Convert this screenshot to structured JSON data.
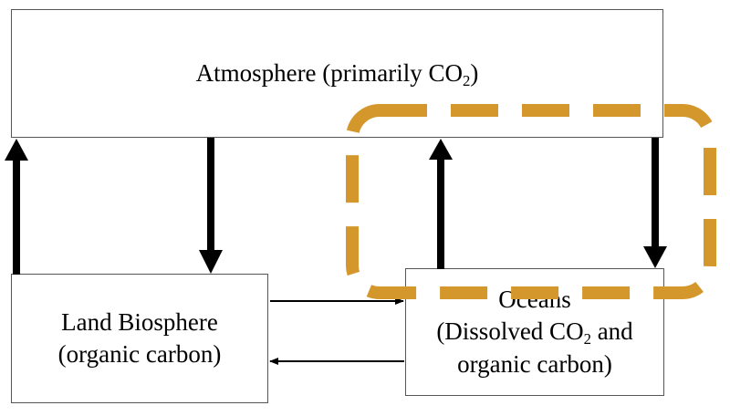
{
  "atmosphere": {
    "text": "Atmosphere (primarily CO",
    "sub": "2",
    "suffix": ")"
  },
  "land": {
    "line1": "Land Biosphere",
    "line2": "(organic carbon)"
  },
  "ocean": {
    "line1": "Oceans",
    "line2_pre": "(Dissolved CO",
    "line2_sub": "2",
    "line2_post": " and",
    "line3": "organic carbon)"
  },
  "colors": {
    "arrow": "#000000",
    "highlight": "#d4972b",
    "border": "#555555"
  }
}
